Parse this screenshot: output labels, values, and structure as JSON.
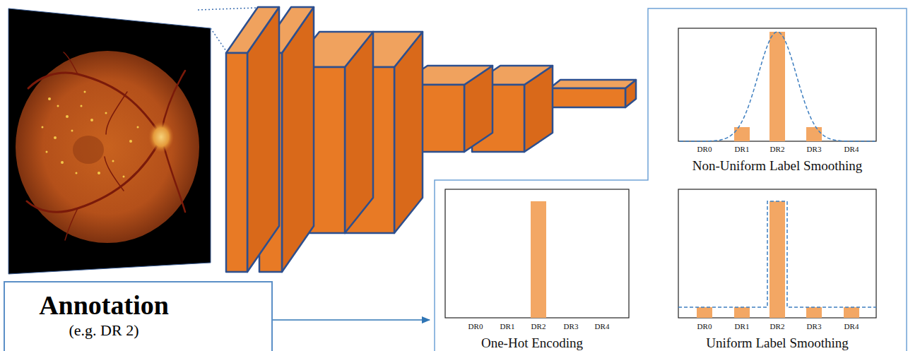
{
  "diagram": {
    "nodes": [
      {
        "text": [
          "Annotation",
          "(e.g. DR 2)"
        ]
      },
      {
        "text": [
          "Non-Uniform Label Smoothing"
        ]
      },
      {
        "text": [
          "One-Hot Encoding"
        ]
      },
      {
        "text": [
          "Uniform Label Smoothing"
        ]
      }
    ],
    "edges": [
      {
        "from": 0,
        "to": 2,
        "arrow": "to"
      }
    ],
    "labels": [
      "DR0",
      "DR1",
      "DR2",
      "DR3",
      "DR4",
      "DR0",
      "DR1",
      "DR2",
      "DR3",
      "DR4",
      "DR0",
      "DR1",
      "DR2",
      "DR3",
      "DR4"
    ]
  }
}
